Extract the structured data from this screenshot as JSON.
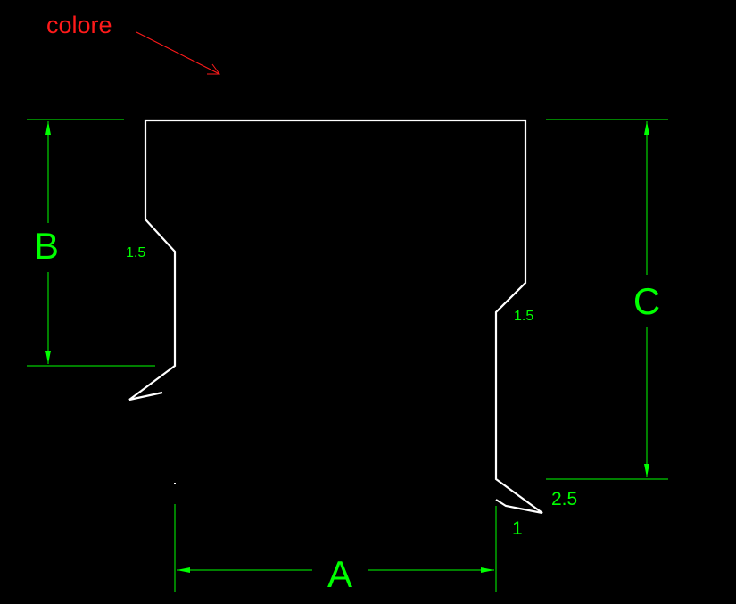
{
  "colors": {
    "background": "#000000",
    "profile": "#ffffff",
    "dimension": "#00ff00",
    "note": "#ff1a1a"
  },
  "note": {
    "text": "colore"
  },
  "dimensions": {
    "a": "A",
    "b": "B",
    "c": "C",
    "fold_left": "1.5",
    "fold_right": "1.5",
    "hem_length": "2.5",
    "hem_gap": "1"
  }
}
